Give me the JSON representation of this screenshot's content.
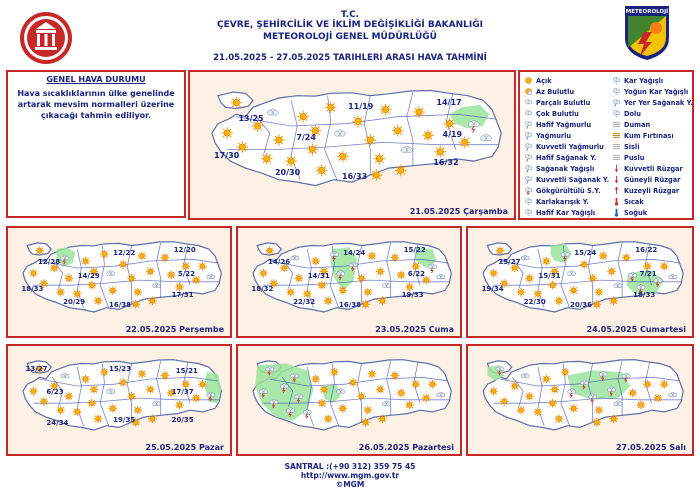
{
  "header": {
    "line1": "T.C.",
    "line2": "ÇEVRE, ŞEHİRCİLİK VE İKLİM DEĞİŞİKLİĞİ BAKANLIĞI",
    "line3": "METEOROLOJİ GENEL MÜDÜRLÜĞÜ",
    "line4": "21.05.2025 - 27.05.2025  TARIHLERI ARASI HAVA TAHMİNİ",
    "logo_right_text": "METEOROLOJİ"
  },
  "general": {
    "title": "GENEL HAVA DURUMU",
    "text": "Hava sıcaklıklarının ülke genelinde artarak mevsim normalleri üzerine çıkacağı tahmin ediliyor."
  },
  "maps": [
    {
      "date": "21.05.2025 Çarşamba",
      "temps": [
        "13/25",
        "11/19",
        "14/17",
        "7/24",
        "4/19",
        "17/30",
        "16/32",
        "20/30",
        "16/33"
      ]
    },
    {
      "date": "22.05.2025 Perşembe",
      "temps": [
        "12/28",
        "12/22",
        "12/20",
        "14/29",
        "5/22",
        "18/33",
        "17/31",
        "20/29",
        "16/38"
      ]
    },
    {
      "date": "23.05.2025 Cuma",
      "temps": [
        "14/26",
        "14/24",
        "15/22",
        "14/31",
        "6/22",
        "18/32",
        "19/33",
        "22/32",
        "16/38"
      ]
    },
    {
      "date": "24.05.2025 Cumartesi",
      "temps": [
        "15/27",
        "15/24",
        "16/22",
        "15/31",
        "7/21",
        "19/34",
        "18/33",
        "22/30",
        "20/36"
      ]
    },
    {
      "date": "25.05.2025 Pazar",
      "temps": [
        "13/27",
        "15/23",
        "15/21",
        "6/23",
        "17/37",
        "20/35",
        "19/35",
        "24/34"
      ]
    },
    {
      "date": "26.05.2025 Pazartesi",
      "temps": []
    },
    {
      "date": "27.05.2025 Salı",
      "temps": []
    }
  ],
  "legend": {
    "left": [
      {
        "label": "Açık",
        "icon": "sun-icon"
      },
      {
        "label": "Az Bulutlu",
        "icon": "partly-sunny-icon"
      },
      {
        "label": "Parçalı Bulutlu",
        "icon": "partly-cloudy-icon"
      },
      {
        "label": "Çok Bulutlu",
        "icon": "cloud-icon"
      },
      {
        "label": "Hafif Yağmurlu",
        "icon": "light-rain-icon"
      },
      {
        "label": "Yağmurlu",
        "icon": "rain-icon"
      },
      {
        "label": "Kuvvetli Yağmurlu",
        "icon": "heavy-rain-icon"
      },
      {
        "label": "Hafif Sağanak Y.",
        "icon": "light-shower-icon"
      },
      {
        "label": "Sağanak Yağışlı",
        "icon": "shower-icon"
      },
      {
        "label": "Kuvvetli Sağanak Y.",
        "icon": "heavy-shower-icon"
      },
      {
        "label": "Gökgürültülü S.Y.",
        "icon": "thunder-icon"
      },
      {
        "label": "Karlakarışık Y.",
        "icon": "sleet-icon"
      },
      {
        "label": "Hafif Kar Yağışlı",
        "icon": "light-snow-icon"
      }
    ],
    "right": [
      {
        "label": "Kar Yağışlı",
        "icon": "snow-icon"
      },
      {
        "label": "Yoğun Kar Yağışlı",
        "icon": "heavy-snow-icon"
      },
      {
        "label": "Yer Yer Sağanak Y.",
        "icon": "scattered-shower-icon"
      },
      {
        "label": "Dolu",
        "icon": "hail-icon"
      },
      {
        "label": "Duman",
        "icon": "smoke-icon"
      },
      {
        "label": "Kum Fırtınası",
        "icon": "sandstorm-icon"
      },
      {
        "label": "Sisli",
        "icon": "fog-icon"
      },
      {
        "label": "Puslu",
        "icon": "haze-icon"
      },
      {
        "label": "Kuvvetli Rüzgar",
        "icon": "strong-wind-icon"
      },
      {
        "label": "Güneyli Rüzgar",
        "icon": "south-wind-icon"
      },
      {
        "label": "Kuzeyli Rüzgar",
        "icon": "north-wind-icon"
      },
      {
        "label": "Sıcak",
        "icon": "hot-icon"
      },
      {
        "label": "Soğuk",
        "icon": "cold-icon"
      }
    ]
  },
  "footer": {
    "phone": "SANTRAL :(+90 312) 359 75 45",
    "url": "http://www.mgm.gov.tr",
    "copy": "©MGM"
  },
  "colors": {
    "border": "#c62828",
    "text": "#1a237e",
    "land": "#ffffff",
    "sea": "#fdf0e4",
    "rain_area": "#9be39b",
    "sun": "#f7b500"
  }
}
